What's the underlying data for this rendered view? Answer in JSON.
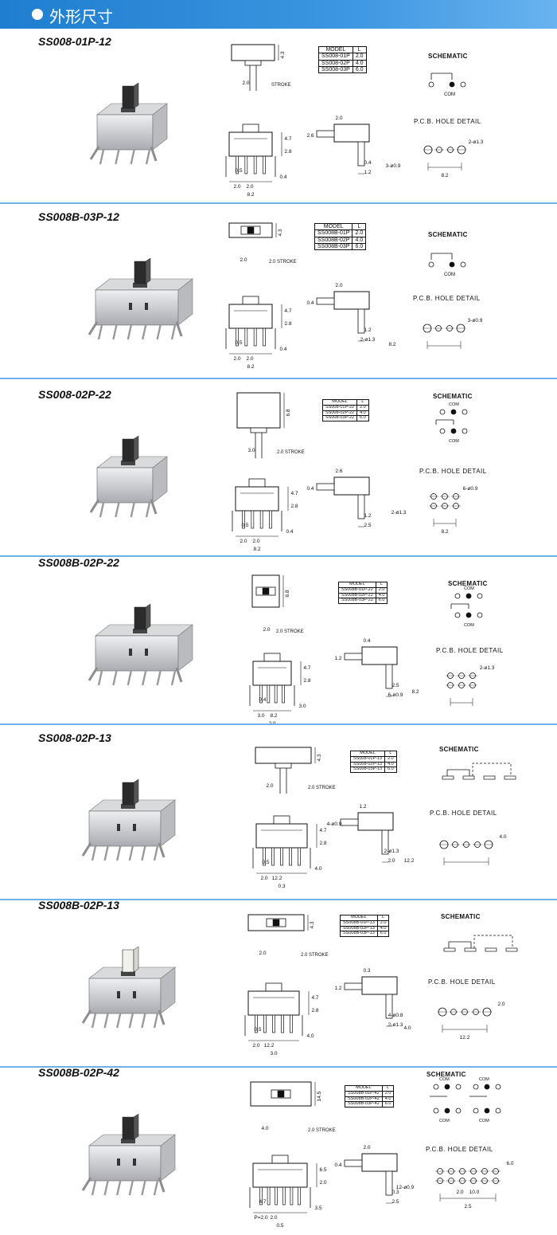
{
  "header": {
    "title": "外形尺寸"
  },
  "labels": {
    "schematic": "SCHEMATIC",
    "pcb": "P.C.B. HOLE DETAIL",
    "com": "COM",
    "stroke": "STROKE",
    "stroke_full": "2.0 STROKE",
    "table_model": "MODEL",
    "table_l": "L"
  },
  "sections": [
    {
      "model": "SS008-01P-12",
      "table": [
        [
          "SS008-01P",
          "2.0"
        ],
        [
          "SS008-02P",
          "4.0"
        ],
        [
          "SS008-03P",
          "6.0"
        ]
      ],
      "dims": [
        "4.3",
        "2.0",
        "4.7",
        "2.8",
        "0.5",
        "0.4",
        "2.0",
        "2.0",
        "8.2",
        "2.0",
        "2.6",
        "0.4",
        "1.2",
        "2-ø1.3",
        "3-ø0.9",
        "8.2"
      ]
    },
    {
      "model": "SS008B-03P-12",
      "table": [
        [
          "SS008B-01P",
          "2.0"
        ],
        [
          "SS008B-02P",
          "4.0"
        ],
        [
          "SS008B-03P",
          "6.0"
        ]
      ],
      "dims": [
        "4.3",
        "2.0",
        "4.7",
        "2.8",
        "0.5",
        "0.4",
        "2.0",
        "2.0",
        "8.2",
        "2.0",
        "0.4",
        "1.2",
        "2-ø1.3",
        "3-ø0.9",
        "8.2"
      ]
    },
    {
      "model": "SS008-02P-22",
      "table": [
        [
          "SS008-01P-22",
          "2.0"
        ],
        [
          "SS008-02P-22",
          "4.0"
        ],
        [
          "SS008-03P-22",
          "6.0"
        ]
      ],
      "dims": [
        "6.8",
        "3.0",
        "4.7",
        "2.8",
        "0.5",
        "0.4",
        "2.0",
        "2.0",
        "8.2",
        "2.6",
        "0.4",
        "1.2",
        "2.5",
        "6-ø0.9",
        "2-ø1.3",
        "8.2"
      ]
    },
    {
      "model": "SS008B-02P-22",
      "table": [
        [
          "SS008B-01P-22",
          "2.0"
        ],
        [
          "SS008B-02P-22",
          "4.0"
        ],
        [
          "SS008B-03P-22",
          "6.0"
        ]
      ],
      "dims": [
        "6.8",
        "2.0",
        "4.7",
        "2.8",
        "0.4",
        "3.0",
        "3.0",
        "8.2",
        "2.0",
        "0.4",
        "1.2",
        "2.5",
        "6-ø0.9",
        "2-ø1.3",
        "8.2"
      ]
    },
    {
      "model": "SS008-02P-13",
      "table": [
        [
          "SS008-01P-13",
          "2.0"
        ],
        [
          "SS008-02P-13",
          "4.0"
        ],
        [
          "SS008-03P-13",
          "6.0"
        ]
      ],
      "dims": [
        "4.3",
        "2.0",
        "4.7",
        "2.8",
        "0.5",
        "4.0",
        "2.0",
        "12.2",
        "0.3",
        "1.2",
        "4-ø0.9",
        "2-ø1.3",
        "2.0",
        "4.0",
        "12.2"
      ]
    },
    {
      "model": "SS008B-02P-13",
      "table": [
        [
          "SS008B-01P-13",
          "2.0"
        ],
        [
          "SS008B-02P-13",
          "4.0"
        ],
        [
          "SS008B-03P-13",
          "6.0"
        ]
      ],
      "dims": [
        "4.3",
        "2.0",
        "4.7",
        "2.8",
        "0.5",
        "4.0",
        "2.0",
        "12.2",
        "3.0",
        "0.3",
        "1.2",
        "4-ø0.8",
        "2-ø1.3",
        "2.0",
        "4.0",
        "12.2"
      ]
    },
    {
      "model": "SS008B-02P-42",
      "table": [
        [
          "SS008B-01P-42",
          "2.0"
        ],
        [
          "SS008B-02P-42",
          "4.0"
        ],
        [
          "SS008B-03P-42",
          "6.0"
        ]
      ],
      "dims": [
        "14.5",
        "4.0",
        "6.5",
        "2.0",
        "4.7",
        "3.5",
        "P=2.0",
        "2.0",
        "0.5",
        "2.0",
        "0.4",
        "0.3",
        "2.5",
        "6.0",
        "12-ø0.9",
        "2.5",
        "2.0",
        "10.0"
      ]
    }
  ]
}
